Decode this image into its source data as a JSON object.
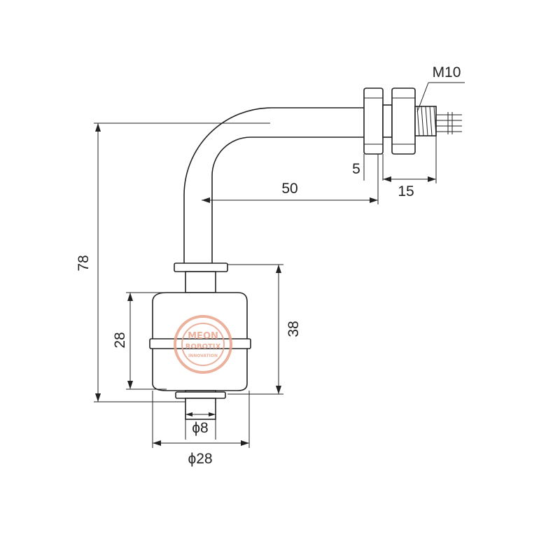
{
  "drawing": {
    "thread_label": "M10",
    "dim_nut_thickness": "5",
    "dim_thread_length": "15",
    "dim_horizontal_length": "50",
    "dim_total_height": "78",
    "dim_float_height": "28",
    "dim_float_assembly_height": "38",
    "dim_stem_diameter": "ϕ8",
    "dim_float_diameter": "ϕ28"
  },
  "watermark": {
    "line1": "MEON",
    "line2": "ROBOTIX",
    "line3": "INNOVATION"
  },
  "colors": {
    "line": "#222222",
    "watermark": "#e8a48c"
  }
}
